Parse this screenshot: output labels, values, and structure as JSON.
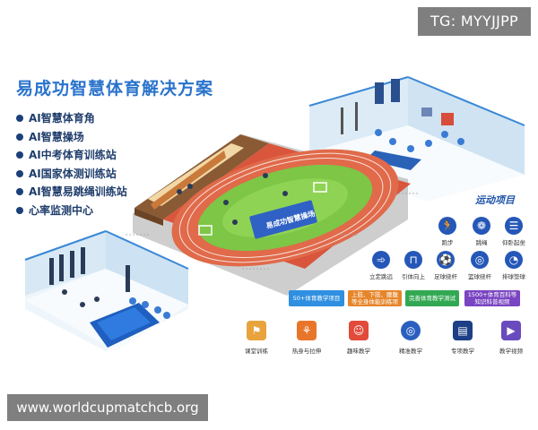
{
  "watermark_top": "TG: MYYJJPP",
  "watermark_bottom": "www.worldcupmatchcb.org",
  "title": "易成功智慧体育解决方案",
  "bullets": [
    "AI智慧体育角",
    "AI智慧操场",
    "AI中考体育训练站",
    "AI国家体测训练站",
    "AI智慧易跳绳训练站",
    "心率监测中心"
  ],
  "stadium_sign": "易成功智慧操场",
  "sports_title": "运动项目",
  "sports": [
    {
      "label": "跑步",
      "icon": "running-icon"
    },
    {
      "label": "跳绳",
      "icon": "jump-rope-icon"
    },
    {
      "label": "仰卧起坐",
      "icon": "situp-icon"
    },
    {
      "label": "立定跳远",
      "icon": "long-jump-icon"
    },
    {
      "label": "引体向上",
      "icon": "pullup-icon"
    },
    {
      "label": "足球绕杆",
      "icon": "football-icon"
    },
    {
      "label": "篮球绕杆",
      "icon": "basketball-icon"
    },
    {
      "label": "排球垫球",
      "icon": "volleyball-icon"
    }
  ],
  "info_boxes": [
    {
      "text": "50+体育教学项目",
      "color": "#2f8fe0"
    },
    {
      "text": "上肢、下肢、腰腹等全身体能训练项目",
      "color": "#e6852a"
    },
    {
      "text": "完善体育教学测试体系",
      "color": "#33a852"
    },
    {
      "text": "1500+体育百科等知识科普视频",
      "color": "#7a45c2"
    }
  ],
  "features": [
    {
      "label": "课堂训练",
      "icon": "class-training-icon",
      "color": "#e8a33d"
    },
    {
      "label": "热身与拉伸",
      "icon": "stretch-icon",
      "color": "#e8762a"
    },
    {
      "label": "趣味教学",
      "icon": "fun-teaching-icon",
      "color": "#e24a3b"
    },
    {
      "label": "精准教学",
      "icon": "target-icon",
      "color": "#2a5fbf"
    },
    {
      "label": "专项教学",
      "icon": "board-icon",
      "color": "#1d3f86"
    },
    {
      "label": "教学视频",
      "icon": "video-icon",
      "color": "#6a4bbd"
    }
  ]
}
